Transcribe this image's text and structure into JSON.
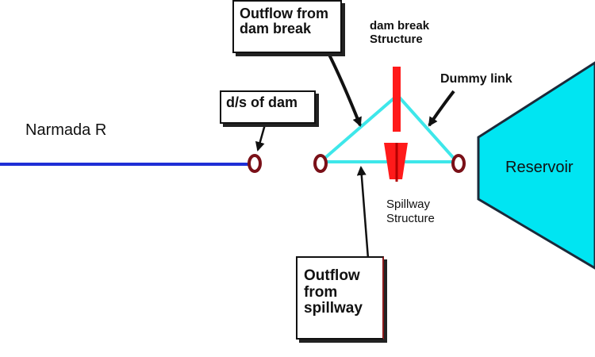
{
  "colors": {
    "river": "#1f2fd6",
    "network_link": "#3ee7ea",
    "reservoir_fill": "#00e5f2",
    "reservoir_outline": "#1b2a3a",
    "dam_break_structure": "#ff1a1a",
    "node_outline": "#7a1018",
    "arrow": "#111111",
    "label_box_border": "#111111",
    "label_box_shadow": "#222222",
    "spillway_box_accent": "#8b1a1a"
  },
  "labels": {
    "river": "Narmada R",
    "downstream_node": "d/s of dam",
    "outflow_dam_break_line1": "Outflow from",
    "outflow_dam_break_line2": "dam break",
    "dam_break_structure_line1": "dam break",
    "dam_break_structure_line2": "Structure",
    "dummy_link": "Dummy link",
    "reservoir": "Reservoir",
    "spillway_structure_line1": "Spillway",
    "spillway_structure_line2": "Structure",
    "outflow_spillway_line1": "Outflow",
    "outflow_spillway_line2": "from",
    "outflow_spillway_line3": "spillway"
  },
  "icons": {
    "nodes": "circle-node-icon",
    "arrows": "arrow-icon",
    "dam_break_structure": "vertical-bar-icon",
    "spillway_structure": "spillway-gate-icon",
    "reservoir": "trapezoid-reservoir-icon"
  }
}
